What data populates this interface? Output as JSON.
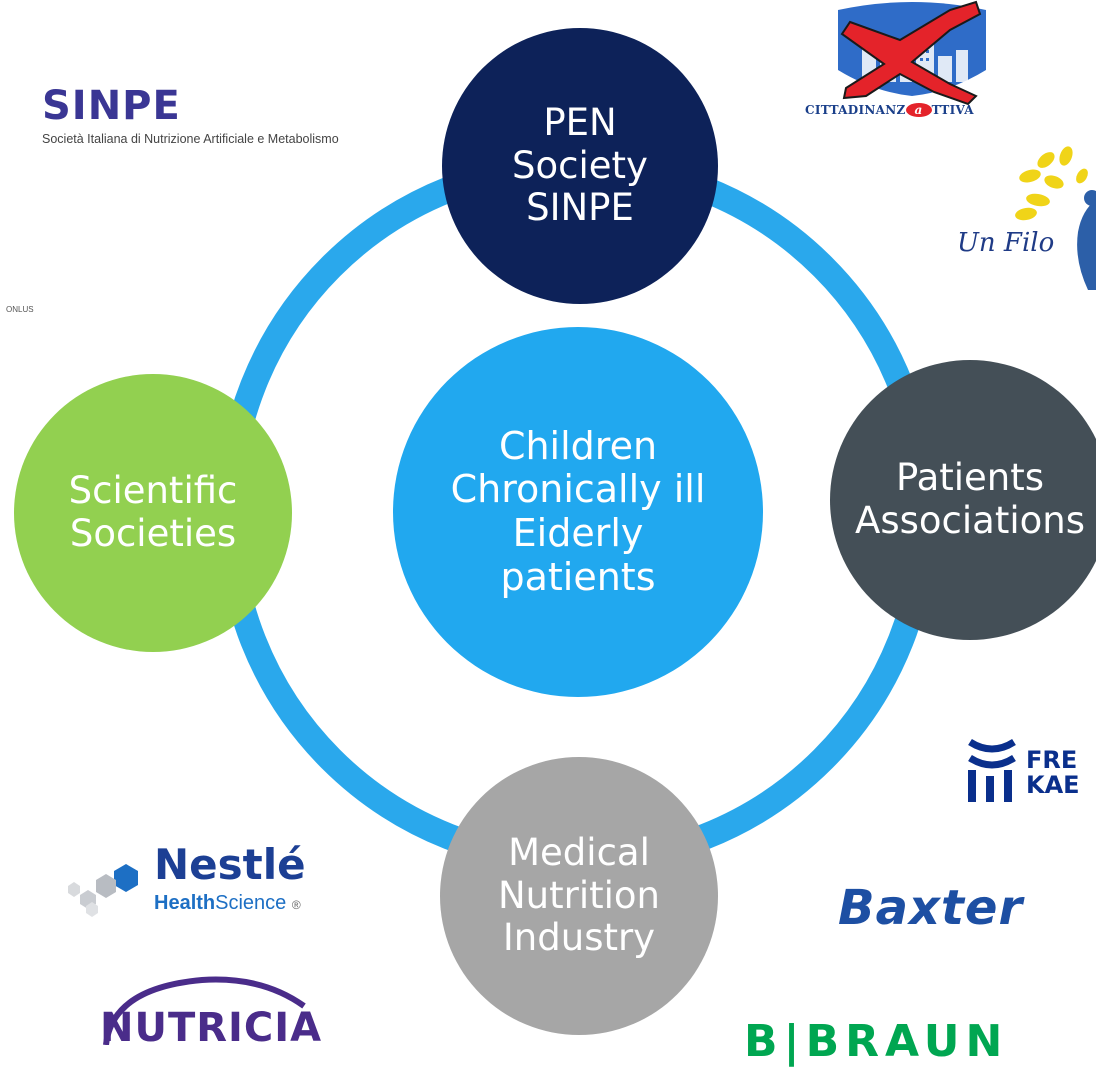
{
  "nodes": {
    "top": {
      "lines": [
        "PEN",
        "Society",
        "SINPE"
      ],
      "color": "#0d2259"
    },
    "center": {
      "lines": [
        "Children",
        "Chronically ill",
        "Eiderly",
        "patients"
      ],
      "color": "#21a8ef"
    },
    "left": {
      "lines": [
        "Scientific",
        "Societies"
      ],
      "color": "#92d050"
    },
    "right": {
      "lines": [
        "Patients",
        "Associations"
      ],
      "color": "#444f57"
    },
    "bottom": {
      "lines": [
        "Medical",
        "Nutrition",
        "Industry"
      ],
      "color": "#a6a6a6"
    }
  },
  "ring": {
    "color": "#2aa8ec"
  },
  "logos": {
    "sinpe": {
      "name": "SINPE",
      "subtitle": "Società Italiana di Nutrizione Artificiale e Metabolismo"
    },
    "onlus": "ONLUS",
    "cittadinanzattiva": {
      "text_before": "CITTADINANZ",
      "text_a": "a",
      "text_after": "TTIVA"
    },
    "unfilo": {
      "text": "Un Filo"
    },
    "fresenius": {
      "line1": "FRE",
      "line2": "KAE"
    },
    "baxter": "Baxter",
    "bbraun": "B|BRAUN",
    "nestle": {
      "word": "Nestlé",
      "sub_bold": "Health",
      "sub_regular": "Science",
      "reg_mark": "®"
    },
    "nutricia": "NUTRICIA"
  }
}
